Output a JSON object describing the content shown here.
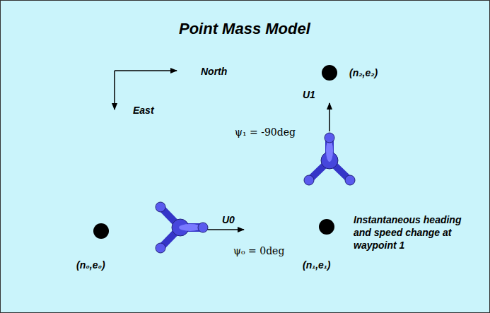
{
  "diagram": {
    "title": "Point Mass Model",
    "labels": [
      "North",
      "East",
      "U1",
      "ψ₁ = -90deg",
      "(n₂,e₂)",
      "(n₀,e₀)",
      "U0",
      "ψ₀ = 0deg",
      "(n₁,e₁)",
      "Instantaneous heading and speed change at waypoint 1"
    ]
  }
}
